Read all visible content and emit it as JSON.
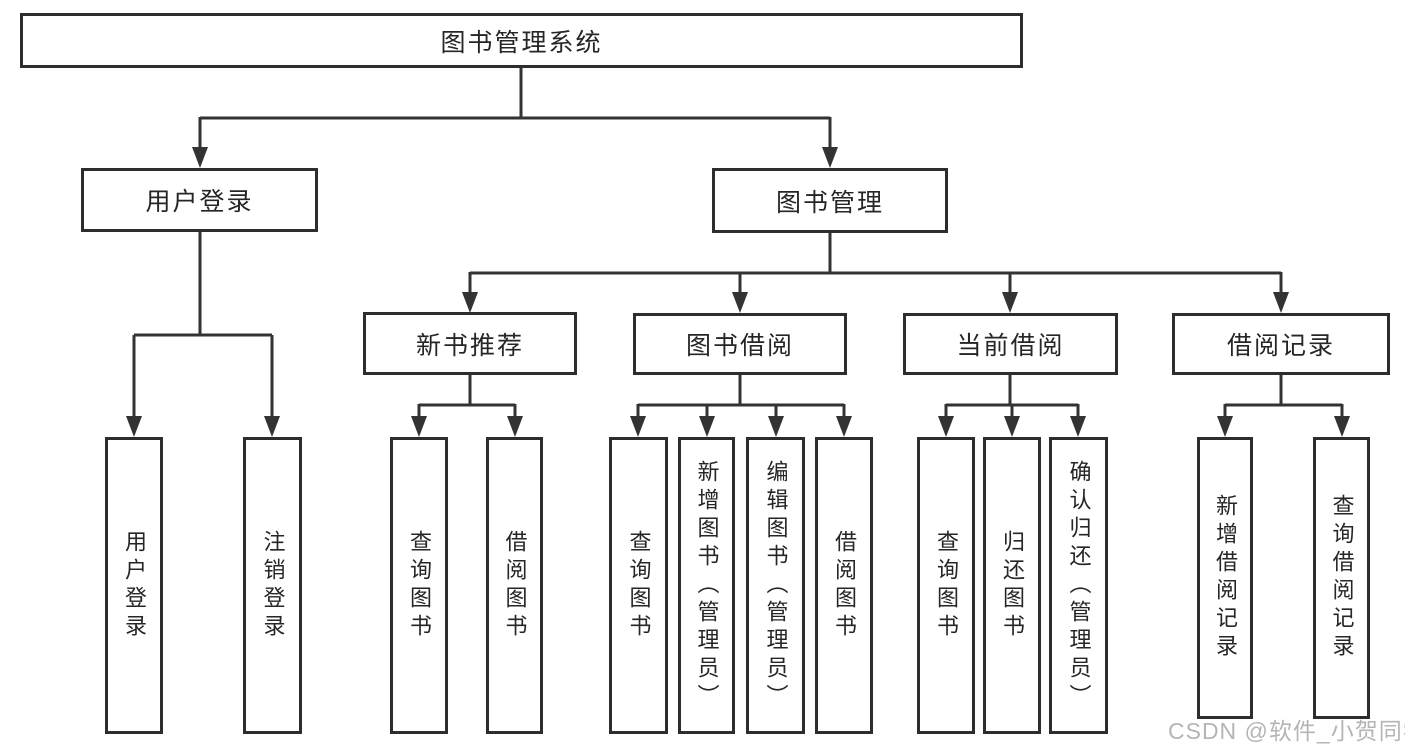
{
  "diagram": {
    "root": {
      "label": "图书管理系统"
    },
    "branches": [
      {
        "label": "用户登录",
        "children": [
          {
            "label": "用户登录"
          },
          {
            "label": "注销登录"
          }
        ]
      },
      {
        "label": "图书管理",
        "modules": [
          {
            "label": "新书推荐",
            "children": [
              {
                "label": "查询图书"
              },
              {
                "label": "借阅图书"
              }
            ]
          },
          {
            "label": "图书借阅",
            "children": [
              {
                "label": "查询图书"
              },
              {
                "label": "新增图书（管理员）"
              },
              {
                "label": "编辑图书（管理员）"
              },
              {
                "label": "借阅图书"
              }
            ]
          },
          {
            "label": "当前借阅",
            "children": [
              {
                "label": "查询图书"
              },
              {
                "label": "归还图书"
              },
              {
                "label": "确认归还（管理员）"
              }
            ]
          },
          {
            "label": "借阅记录",
            "children": [
              {
                "label": "新增借阅记录"
              },
              {
                "label": "查询借阅记录"
              }
            ]
          }
        ]
      }
    ]
  },
  "watermark": {
    "text": "CSDN @软件_小贺同学"
  },
  "colors": {
    "line": "#333333",
    "box_border": "#2d2d2d",
    "text": "#262626",
    "watermark": "#adadad",
    "background": "#ffffff"
  }
}
